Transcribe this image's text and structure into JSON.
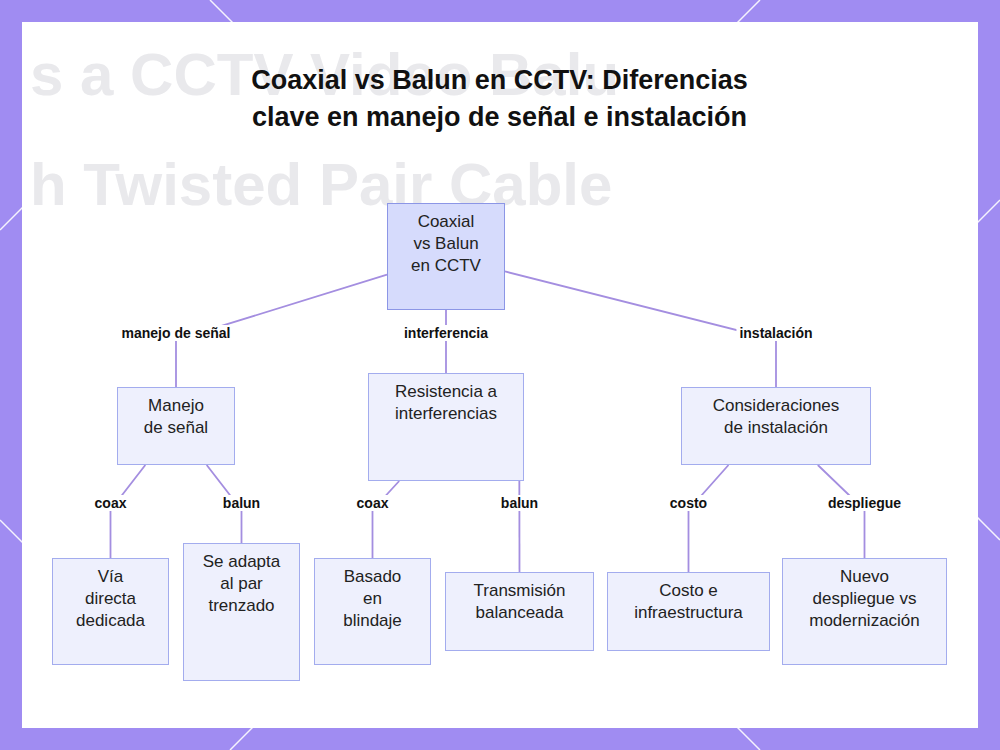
{
  "diagram": {
    "title": "Coaxial vs Balun en CCTV: Diferencias clave en manejo de señal e instalación",
    "nodes": [
      {
        "text": [
          "Coaxial vs Balun en CCTV"
        ]
      },
      {
        "text": [
          "Manejo de señal"
        ]
      },
      {
        "text": [
          "Resistencia a interferencias"
        ]
      },
      {
        "text": [
          "Consideraciones de instalación"
        ]
      },
      {
        "text": [
          "Vía directa dedicada"
        ]
      },
      {
        "text": [
          "Se adapta al par trenzado"
        ]
      },
      {
        "text": [
          "Basado en blindaje"
        ]
      },
      {
        "text": [
          "Transmisión balanceada"
        ]
      },
      {
        "text": [
          "Costo e infraestructura"
        ]
      },
      {
        "text": [
          "Nuevo despliegue vs modernización"
        ]
      }
    ],
    "edges": [
      {
        "from": 0,
        "to": 1,
        "label": "manejo de señal",
        "arrow": "none"
      },
      {
        "from": 0,
        "to": 2,
        "label": "interferencia",
        "arrow": "none"
      },
      {
        "from": 0,
        "to": 3,
        "label": "instalación",
        "arrow": "none"
      },
      {
        "from": 1,
        "to": 4,
        "label": "coax",
        "arrow": "none"
      },
      {
        "from": 1,
        "to": 5,
        "label": "balun",
        "arrow": "none"
      },
      {
        "from": 2,
        "to": 6,
        "label": "coax",
        "arrow": "none"
      },
      {
        "from": 2,
        "to": 7,
        "label": "balun",
        "arrow": "none"
      },
      {
        "from": 3,
        "to": 8,
        "label": "costo",
        "arrow": "none"
      },
      {
        "from": 3,
        "to": 9,
        "label": "despliegue",
        "arrow": "none"
      }
    ],
    "labels": [
      "s a CCTV Video Balu",
      "h Twisted Pair Cable"
    ]
  }
}
